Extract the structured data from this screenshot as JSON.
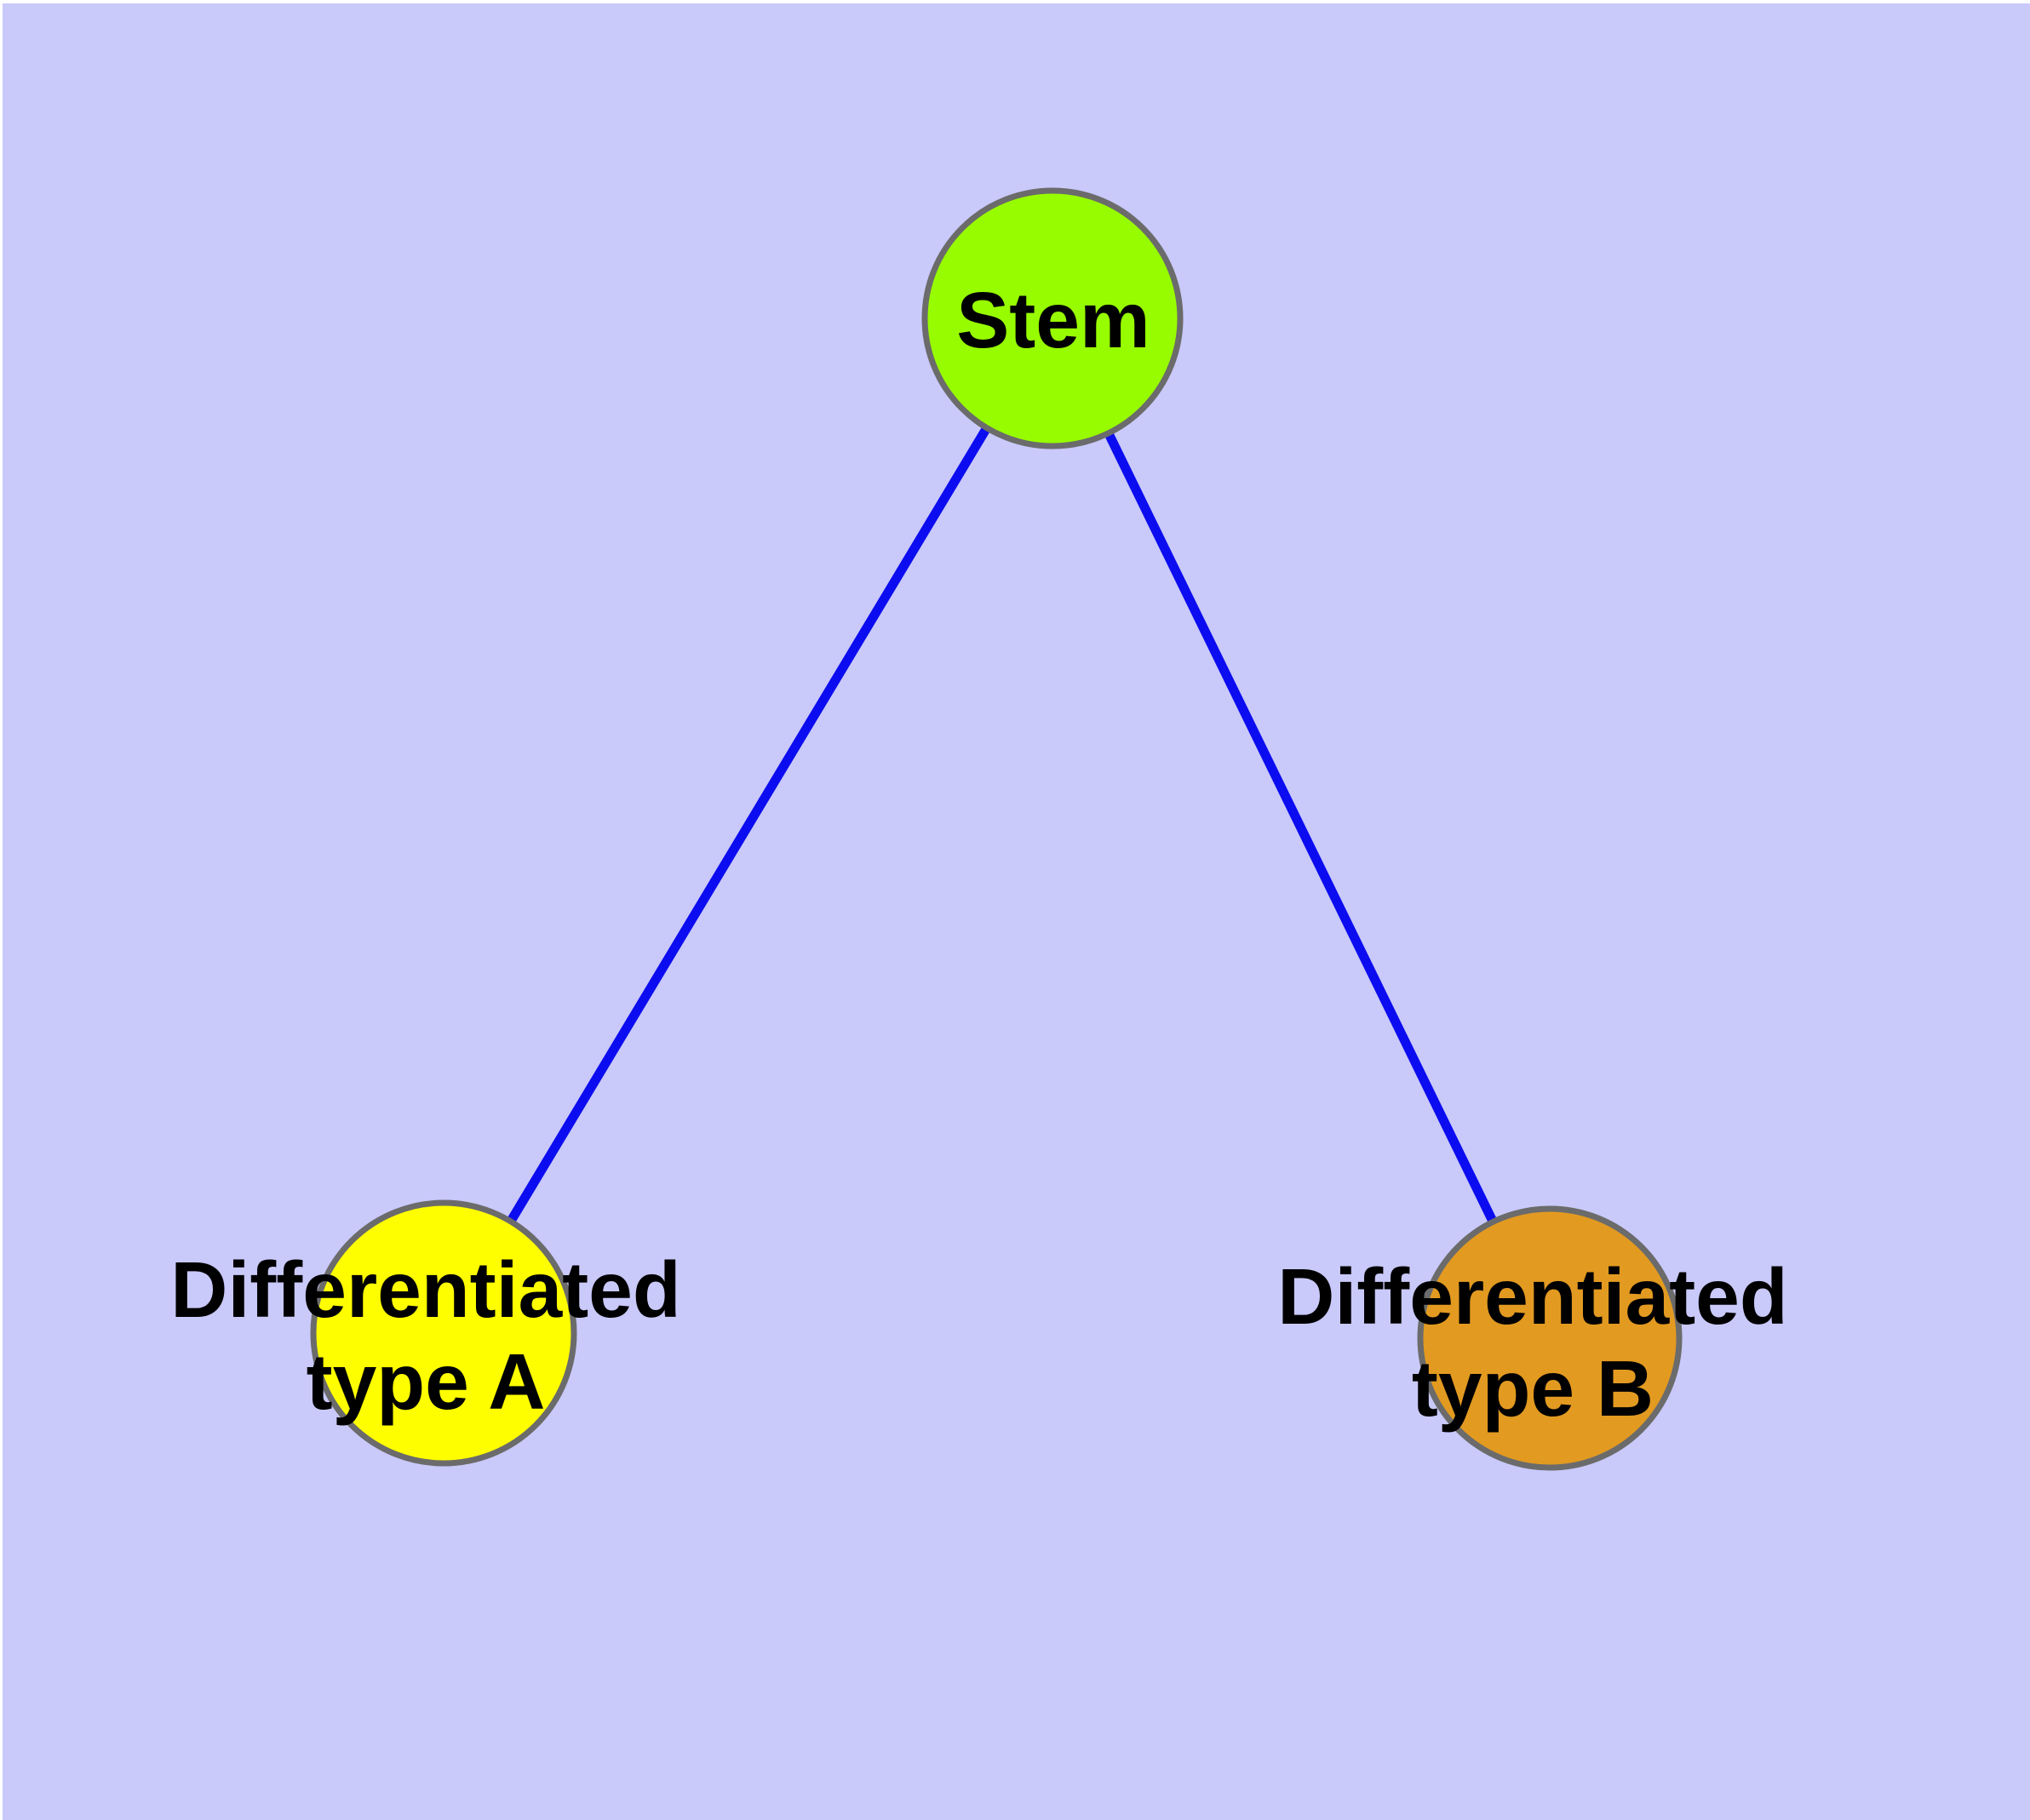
{
  "figure": {
    "kind": "node-link-diagram",
    "background_color": "#C9C9FA",
    "margin_color": "#FFFFFF",
    "label_color": "#000000",
    "node_border_color": "#6B6B6B"
  },
  "nodes": [
    {
      "id": "stem",
      "label": "Stem",
      "fill": "#97FC00",
      "border_color": "#6B6B6B"
    },
    {
      "id": "differentiated-type-a",
      "label_line1": "Differentiated",
      "label_line2": "type A",
      "fill": "#FEFE00",
      "border_color": "#6B6B6B"
    },
    {
      "id": "differentiated-type-b",
      "label_line1": "Differentiated",
      "label_line2": "type B",
      "fill": "#E29A21",
      "border_color": "#6B6B6B"
    }
  ],
  "edges": [
    {
      "from": "stem",
      "to": "differentiated-type-a",
      "color": "#0C0CF0"
    },
    {
      "from": "stem",
      "to": "differentiated-type-b",
      "color": "#0C0CF0"
    }
  ]
}
